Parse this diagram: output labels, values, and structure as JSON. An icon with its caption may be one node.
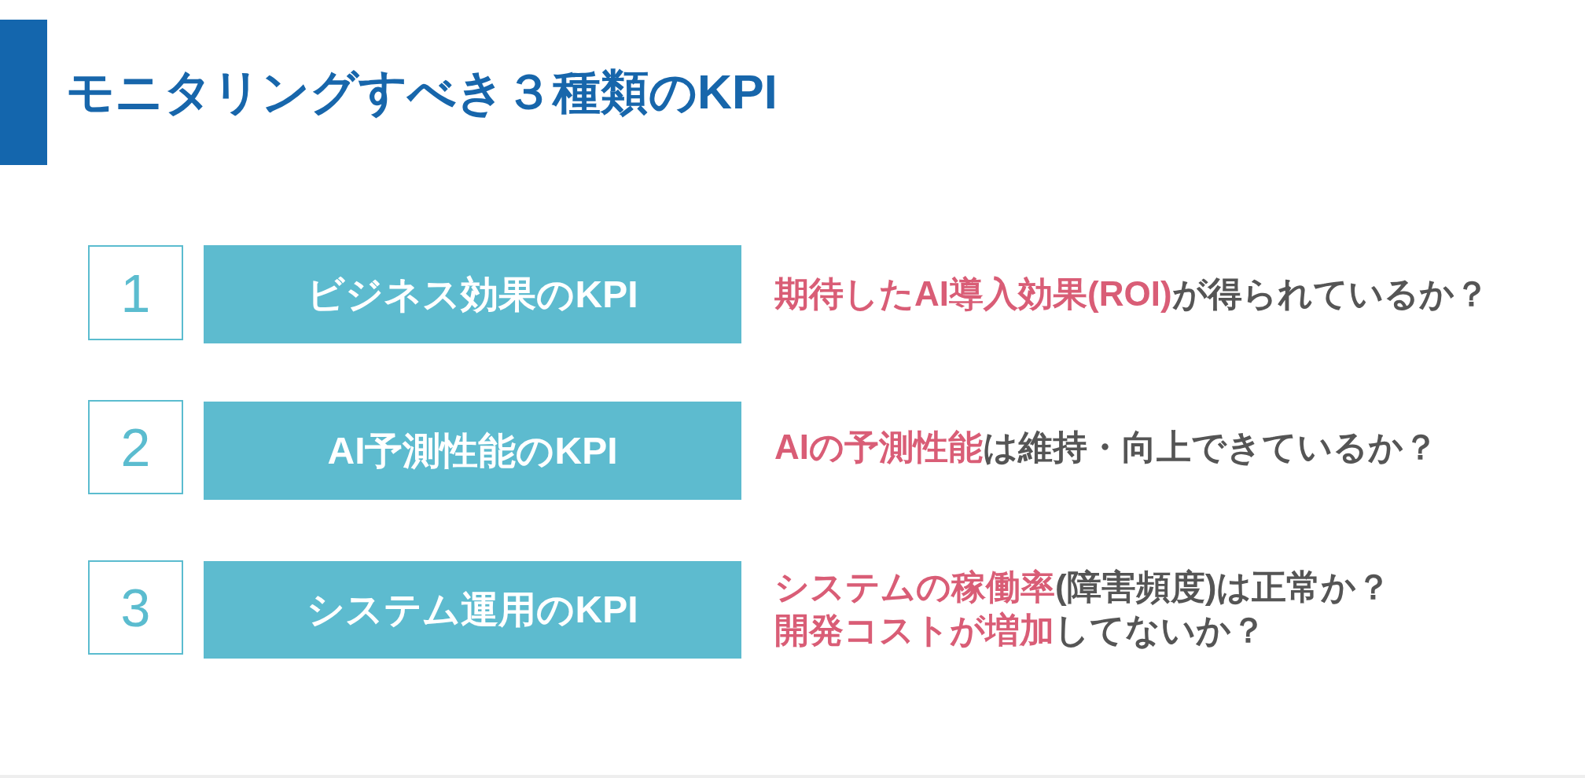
{
  "diagram": {
    "title": "モニタリングすべき３種類のKPI",
    "nodes": [
      {
        "text": [
          "1"
        ]
      },
      {
        "text": [
          "ビジネス効果のKPI"
        ]
      },
      {
        "text": [
          "2"
        ]
      },
      {
        "text": [
          "AI予測性能のKPI"
        ]
      },
      {
        "text": [
          "3"
        ]
      },
      {
        "text": [
          "システム運用のKPI"
        ]
      }
    ],
    "labels": [
      "**期待したAI導入効果(ROI)**が得られているか？",
      "**AIの予測性能**は維持・向上できているか？",
      "**システムの稼働率**(障害頻度)は正常か？",
      "**開発コストが増加**してないか？"
    ]
  }
}
